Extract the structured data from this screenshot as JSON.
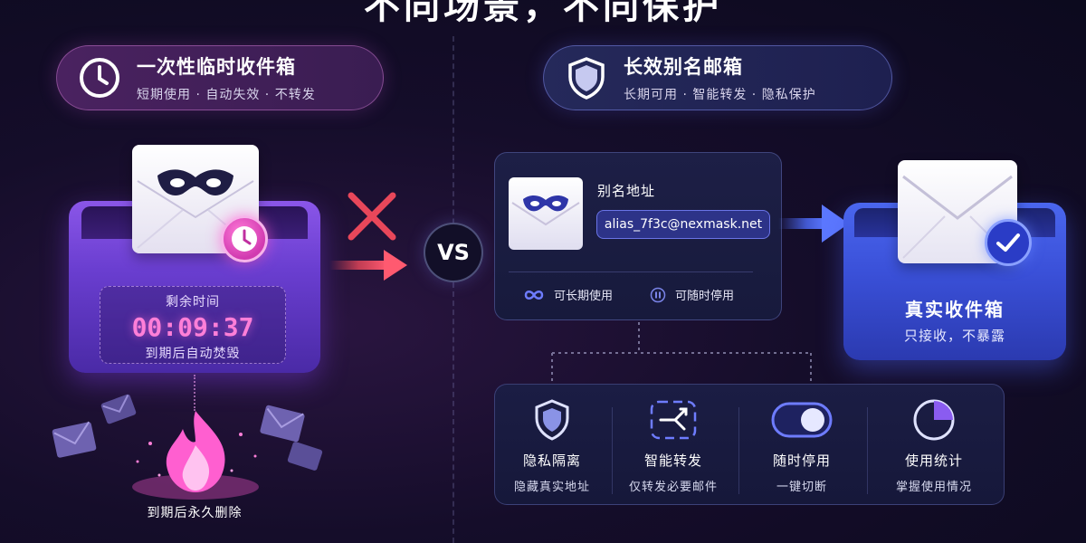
{
  "title": "不同场景，不同保护",
  "colors": {
    "accent_pink": "#ff7fd8",
    "accent_blue": "#4a66ee",
    "danger_red": "#e8475a",
    "alias_field": "#2d3388"
  },
  "left": {
    "pill": {
      "icon": "clock-icon",
      "title": "一次性临时收件箱",
      "subtitle": "短期使用 · 自动失效 · 不转发"
    },
    "timer": {
      "label": "剩余时间",
      "value": "00:09:37",
      "note": "到期后自动焚毁"
    },
    "delete_note": "到期后永久删除"
  },
  "vs": "VS",
  "right": {
    "pill": {
      "icon": "shield-icon",
      "title": "长效别名邮箱",
      "subtitle": "长期可用 · 智能转发 · 隐私保护"
    },
    "alias_card": {
      "label": "别名地址",
      "address": "alias_7f3c@nexmask.net",
      "features": [
        {
          "icon": "infinity-icon",
          "label": "可长期使用"
        },
        {
          "icon": "pause-icon",
          "label": "可随时停用"
        }
      ]
    },
    "inbox": {
      "title": "真实收件箱",
      "subtitle": "只接收，不暴露"
    },
    "features": [
      {
        "icon": "shield-icon",
        "title": "隐私隔离",
        "subtitle": "隐藏真实地址"
      },
      {
        "icon": "forward-icon",
        "title": "智能转发",
        "subtitle": "仅转发必要邮件"
      },
      {
        "icon": "toggle-icon",
        "title": "随时停用",
        "subtitle": "一键切断"
      },
      {
        "icon": "pie-chart-icon",
        "title": "使用统计",
        "subtitle": "掌握使用情况"
      }
    ]
  }
}
